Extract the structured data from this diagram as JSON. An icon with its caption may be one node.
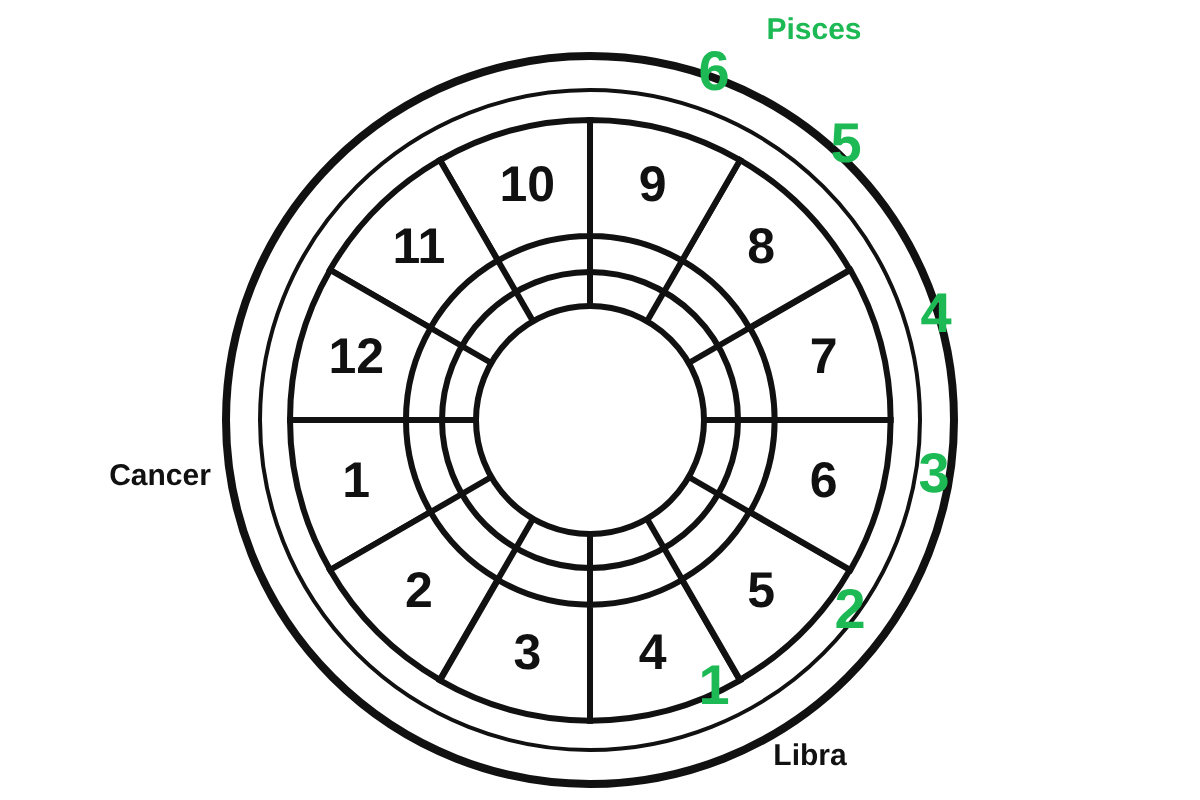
{
  "diagram": {
    "nodes": [
      {
        "text": [
          "1"
        ]
      },
      {
        "text": [
          "2"
        ]
      },
      {
        "text": [
          "3"
        ]
      },
      {
        "text": [
          "4"
        ]
      },
      {
        "text": [
          "5"
        ]
      },
      {
        "text": [
          "6"
        ]
      },
      {
        "text": [
          "7"
        ]
      },
      {
        "text": [
          "8"
        ]
      },
      {
        "text": [
          "9"
        ]
      },
      {
        "text": [
          "10"
        ]
      },
      {
        "text": [
          "11"
        ]
      },
      {
        "text": [
          "12"
        ]
      }
    ],
    "labels": [
      "Pisces",
      "6",
      "5",
      "4",
      "Cancer",
      "3",
      "2",
      "1",
      "Libra"
    ]
  }
}
